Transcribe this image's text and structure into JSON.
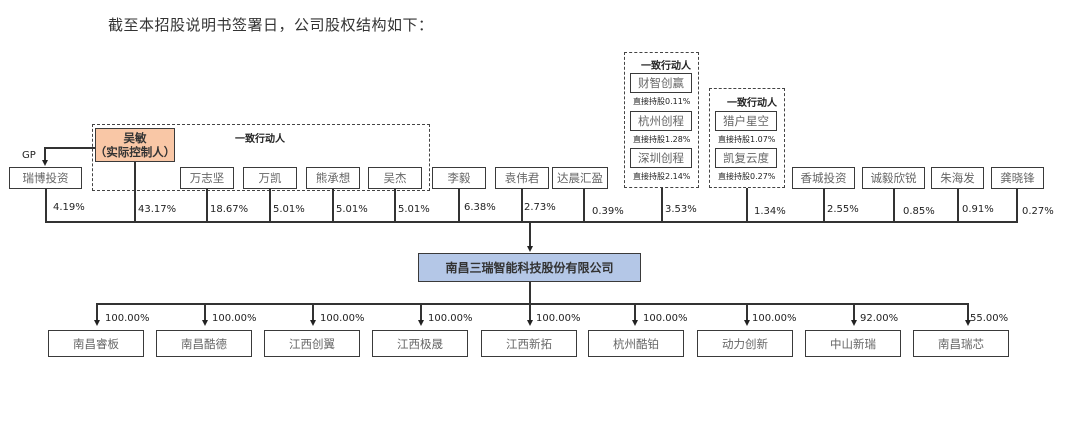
{
  "intro_text": "截至本招股说明书签署日，公司股权结构如下：",
  "chart_data": {
    "type": "org-chart",
    "title": "公司股权结构",
    "company": "南昌三瑞智能科技股份有限公司",
    "controller": {
      "name": "吴敏",
      "role": "（实际控制人）",
      "pct": "43.17%"
    },
    "gp_label": "GP",
    "concerted_label": "一致行动人",
    "shareholders": [
      {
        "name": "瑞博投资",
        "pct": "4.19%",
        "note": "GP: 吴敏"
      },
      {
        "name": "吴敏（实际控制人）",
        "pct": "43.17%"
      },
      {
        "name": "万志坚",
        "pct": "18.67%"
      },
      {
        "name": "万凯",
        "pct": "5.01%"
      },
      {
        "name": "熊承想",
        "pct": "5.01%"
      },
      {
        "name": "吴杰",
        "pct": "5.01%"
      },
      {
        "name": "李毅",
        "pct": "6.38%"
      },
      {
        "name": "袁伟君",
        "pct": "2.73%"
      },
      {
        "name": "达晨汇盈",
        "pct": "0.39%"
      },
      {
        "name": "财智创赢/杭州创程/深圳创程",
        "pct": "3.53%"
      },
      {
        "name": "猎户星空/凯复云度",
        "pct": "1.34%"
      },
      {
        "name": "香城投资",
        "pct": "2.55%"
      },
      {
        "name": "诚毅欣锐",
        "pct": "0.85%"
      },
      {
        "name": "朱海发",
        "pct": "0.91%"
      },
      {
        "name": "龚晓锋",
        "pct": "0.27%"
      }
    ],
    "concert_group_a": [
      {
        "name": "财智创赢",
        "direct": "直接持股0.11%"
      },
      {
        "name": "杭州创程",
        "direct": "直接持股1.28%"
      },
      {
        "name": "深圳创程",
        "direct": "直接持股2.14%"
      }
    ],
    "concert_group_b": [
      {
        "name": "猎户星空",
        "direct": "直接持股1.07%"
      },
      {
        "name": "凯复云度",
        "direct": "直接持股0.27%"
      }
    ],
    "subsidiaries": [
      {
        "name": "南昌睿板",
        "pct": "100.00%"
      },
      {
        "name": "南昌酷德",
        "pct": "100.00%"
      },
      {
        "name": "江西创翼",
        "pct": "100.00%"
      },
      {
        "name": "江西极晟",
        "pct": "100.00%"
      },
      {
        "name": "江西新拓",
        "pct": "100.00%"
      },
      {
        "name": "杭州酷铂",
        "pct": "100.00%"
      },
      {
        "name": "动力创新",
        "pct": "100.00%"
      },
      {
        "name": "中山新瑞",
        "pct": "92.00%"
      },
      {
        "name": "南昌瑞芯",
        "pct": "55.00%"
      }
    ]
  },
  "nodes": {
    "ruibo": "瑞博投资",
    "ctrl_name": "吴敏",
    "ctrl_role": "（实际控制人）",
    "wanzhijian": "万志坚",
    "wankai": "万凯",
    "xiongchengxiang": "熊承想",
    "wujie": "吴杰",
    "liyi": "李毅",
    "yuanweijun": "袁伟君",
    "dachen": "达晨汇盈",
    "caizhi": "财智创赢",
    "caizhi_direct": "直接持股0.11%",
    "hzchuangcheng": "杭州创程",
    "hzchuangcheng_direct": "直接持股1.28%",
    "szchuangcheng": "深圳创程",
    "szchuangcheng_direct": "直接持股2.14%",
    "liehu": "猎户星空",
    "liehu_direct": "直接持股1.07%",
    "kaifu": "凯复云度",
    "kaifu_direct": "直接持股0.27%",
    "xiangcheng": "香城投资",
    "chengyi": "诚毅欣锐",
    "zhuhaifa": "朱海发",
    "gongxiaofeng": "龚晓锋",
    "main": "南昌三瑞智能科技股份有限公司"
  },
  "labels": {
    "gp": "GP",
    "concerted": "一致行动人"
  },
  "pcts": {
    "ruibo": "4.19%",
    "ctrl": "43.17%",
    "wanzhijian": "18.67%",
    "wankai": "5.01%",
    "xiong": "5.01%",
    "wujie": "5.01%",
    "liyi": "6.38%",
    "yuan": "2.73%",
    "dachen": "0.39%",
    "groupa": "3.53%",
    "groupb": "1.34%",
    "xiangcheng": "2.55%",
    "chengyi": "0.85%",
    "zhu": "0.91%",
    "gong": "0.27%"
  },
  "subs": [
    {
      "name": "南昌睿板",
      "pct": "100.00%"
    },
    {
      "name": "南昌酷德",
      "pct": "100.00%"
    },
    {
      "name": "江西创翼",
      "pct": "100.00%"
    },
    {
      "name": "江西极晟",
      "pct": "100.00%"
    },
    {
      "name": "江西新拓",
      "pct": "100.00%"
    },
    {
      "name": "杭州酷铂",
      "pct": "100.00%"
    },
    {
      "name": "动力创新",
      "pct": "100.00%"
    },
    {
      "name": "中山新瑞",
      "pct": "92.00%"
    },
    {
      "name": "南昌瑞芯",
      "pct": "55.00%"
    }
  ]
}
